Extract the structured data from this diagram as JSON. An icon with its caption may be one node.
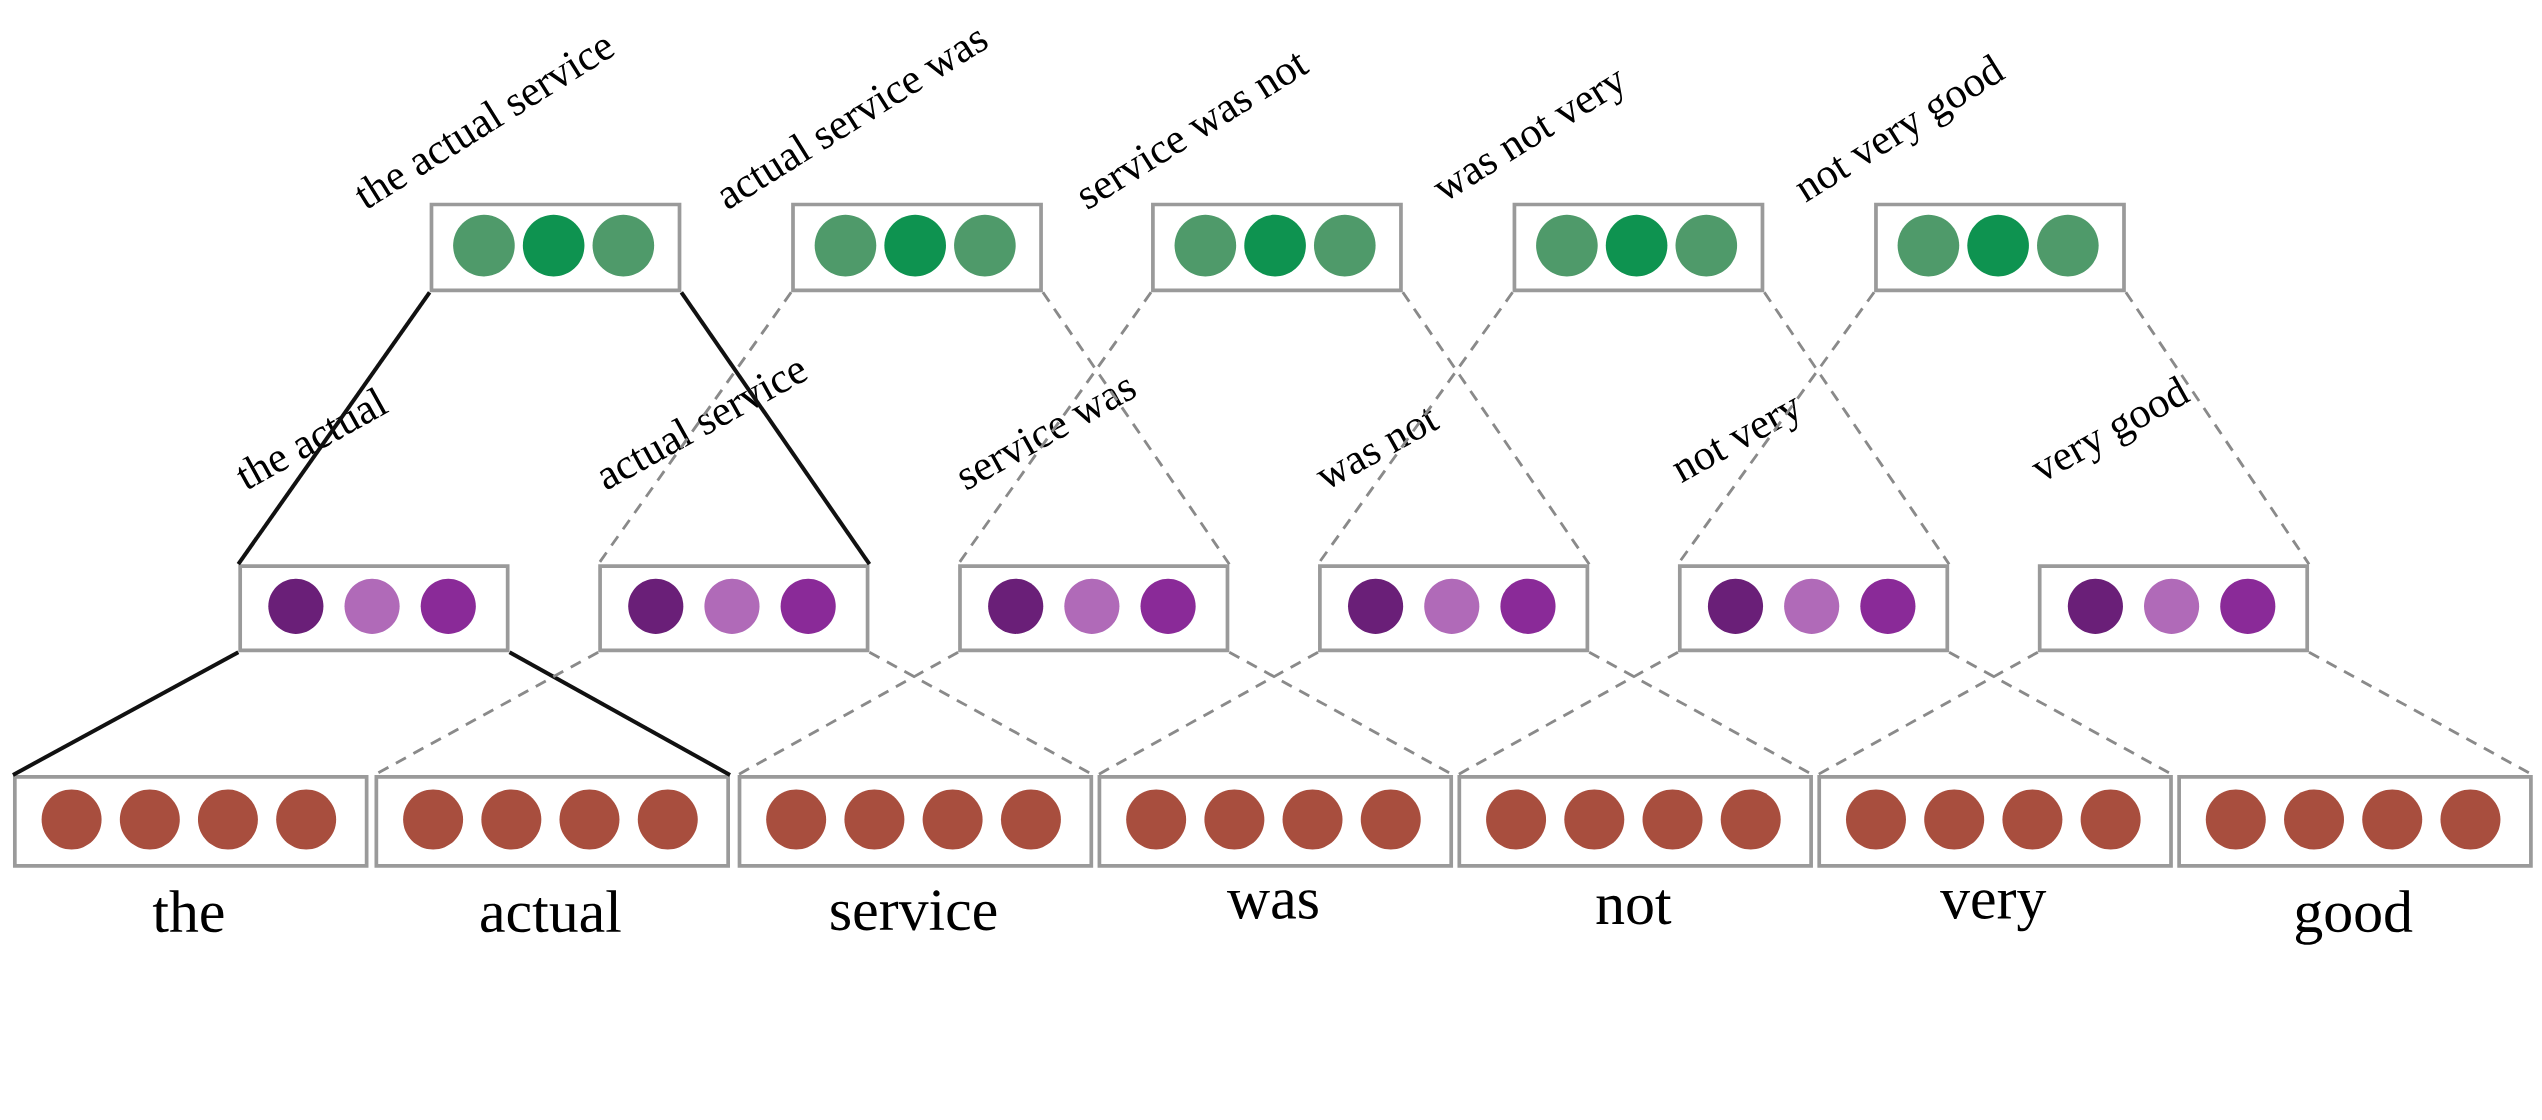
{
  "diagram": {
    "nodes": [
      {
        "text": [
          "the actual service"
        ]
      },
      {
        "text": [
          "actual service was"
        ]
      },
      {
        "text": [
          "service was not"
        ]
      },
      {
        "text": [
          "was not very"
        ]
      },
      {
        "text": [
          "not very good"
        ]
      },
      {
        "text": [
          "the actual"
        ]
      },
      {
        "text": [
          "actual service"
        ]
      },
      {
        "text": [
          "service was"
        ]
      },
      {
        "text": [
          "was not"
        ]
      },
      {
        "text": [
          "not very"
        ]
      },
      {
        "text": [
          "very good"
        ]
      },
      {
        "text": [
          "the"
        ]
      },
      {
        "text": [
          "actual"
        ]
      },
      {
        "text": [
          "service"
        ]
      },
      {
        "text": [
          "was"
        ]
      },
      {
        "text": [
          "not"
        ]
      },
      {
        "text": [
          "very"
        ]
      },
      {
        "text": [
          "good"
        ]
      }
    ],
    "edges": [
      {
        "from": 0,
        "to": 5,
        "arrow": "none",
        "color": "#111111"
      },
      {
        "from": 0,
        "to": 6,
        "arrow": "none",
        "color": "#111111"
      },
      {
        "from": 1,
        "to": 6,
        "arrow": "none",
        "style": "dashed"
      },
      {
        "from": 1,
        "to": 7,
        "arrow": "none",
        "style": "dashed"
      },
      {
        "from": 2,
        "to": 7,
        "arrow": "none",
        "style": "dashed"
      },
      {
        "from": 2,
        "to": 8,
        "arrow": "none",
        "style": "dashed"
      },
      {
        "from": 3,
        "to": 8,
        "arrow": "none",
        "style": "dashed"
      },
      {
        "from": 3,
        "to": 9,
        "arrow": "none",
        "style": "dashed"
      },
      {
        "from": 4,
        "to": 9,
        "arrow": "none",
        "style": "dashed"
      },
      {
        "from": 4,
        "to": 10,
        "arrow": "none",
        "style": "dashed"
      },
      {
        "from": 5,
        "to": 11,
        "arrow": "none",
        "color": "#111111"
      },
      {
        "from": 5,
        "to": 12,
        "arrow": "none",
        "color": "#111111"
      },
      {
        "from": 6,
        "to": 12,
        "arrow": "none",
        "style": "dashed"
      },
      {
        "from": 6,
        "to": 13,
        "arrow": "none",
        "style": "dashed"
      },
      {
        "from": 7,
        "to": 13,
        "arrow": "none",
        "style": "dashed"
      },
      {
        "from": 7,
        "to": 14,
        "arrow": "none",
        "style": "dashed"
      },
      {
        "from": 8,
        "to": 14,
        "arrow": "none",
        "style": "dashed"
      },
      {
        "from": 8,
        "to": 15,
        "arrow": "none",
        "style": "dashed"
      },
      {
        "from": 9,
        "to": 15,
        "arrow": "none",
        "style": "dashed"
      },
      {
        "from": 9,
        "to": 16,
        "arrow": "none",
        "style": "dashed"
      },
      {
        "from": 10,
        "to": 16,
        "arrow": "none",
        "style": "dashed"
      },
      {
        "from": 10,
        "to": 17,
        "arrow": "none",
        "style": "dashed"
      }
    ]
  }
}
